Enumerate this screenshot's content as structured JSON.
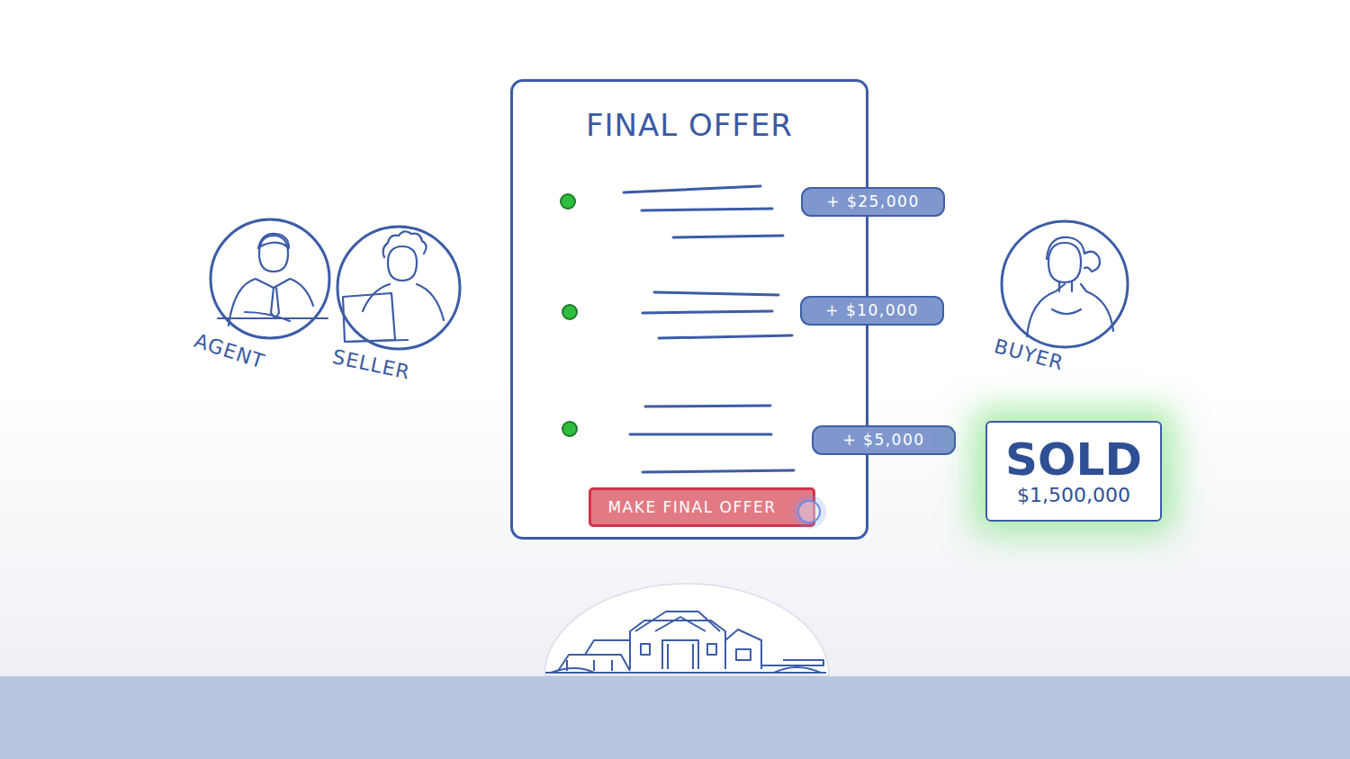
{
  "diagram": {
    "nodes": [
      {
        "text": [
          "AGENT"
        ]
      },
      {
        "text": [
          "SELLER"
        ]
      },
      {
        "text": [
          "FINAL OFFER"
        ]
      },
      {
        "text": [
          "+ $25,000"
        ]
      },
      {
        "text": [
          "+ $10,000"
        ]
      },
      {
        "text": [
          "+ $5,000"
        ]
      },
      {
        "text": [
          "MAKE FINAL OFFER"
        ],
        "in": 2
      },
      {
        "text": [
          "BUYER"
        ]
      },
      {
        "text": [
          "SOLD",
          "$1,500,000"
        ]
      }
    ]
  }
}
